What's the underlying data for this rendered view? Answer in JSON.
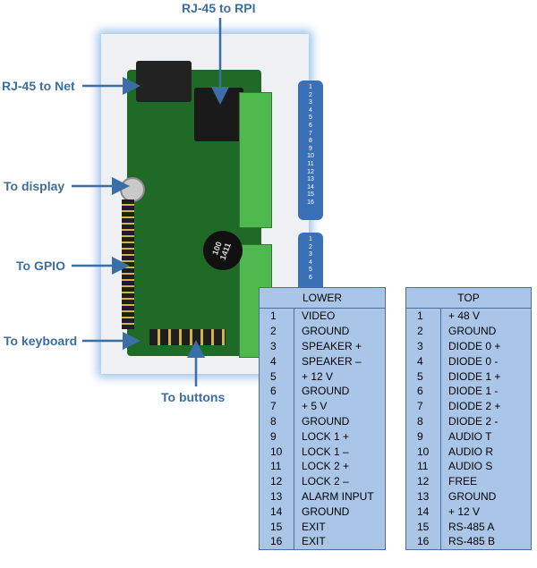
{
  "labels": {
    "rj45_rpi": "RJ-45 to RPI",
    "rj45_net": "RJ-45 to Net",
    "display": "To display",
    "gpio": "To GPIO",
    "keyboard": "To keyboard",
    "buttons": "To buttons"
  },
  "chip_text": [
    "100",
    "1411"
  ],
  "strip_top": [
    "1",
    "2",
    "3",
    "4",
    "5",
    "6",
    "7",
    "8",
    "9",
    "10",
    "11",
    "12",
    "13",
    "14",
    "15",
    "16"
  ],
  "strip_bottom": [
    "1",
    "2",
    "3",
    "4",
    "5",
    "6"
  ],
  "lower": {
    "title": "LOWER",
    "rows": [
      {
        "n": "1",
        "label": "VIDEO"
      },
      {
        "n": "2",
        "label": "GROUND"
      },
      {
        "n": "3",
        "label": "SPEAKER +"
      },
      {
        "n": "4",
        "label": "SPEAKER –"
      },
      {
        "n": "5",
        "label": "+ 12 V"
      },
      {
        "n": "6",
        "label": "GROUND"
      },
      {
        "n": "7",
        "label": "+ 5 V"
      },
      {
        "n": "8",
        "label": "GROUND"
      },
      {
        "n": "9",
        "label": "LOCK 1 +"
      },
      {
        "n": "10",
        "label": "LOCK 1 –"
      },
      {
        "n": "11",
        "label": "LOCK 2 +"
      },
      {
        "n": "12",
        "label": "LOCK 2 –"
      },
      {
        "n": "13",
        "label": "ALARM INPUT"
      },
      {
        "n": "14",
        "label": "GROUND"
      },
      {
        "n": "15",
        "label": "EXIT"
      },
      {
        "n": "16",
        "label": "EXIT"
      }
    ]
  },
  "top": {
    "title": "TOP",
    "rows": [
      {
        "n": "1",
        "label": "+ 48 V"
      },
      {
        "n": "2",
        "label": "GROUND"
      },
      {
        "n": "3",
        "label": "DIODE 0 +"
      },
      {
        "n": "4",
        "label": "DIODE 0 -"
      },
      {
        "n": "5",
        "label": "DIODE 1 +"
      },
      {
        "n": "6",
        "label": "DIODE 1 -"
      },
      {
        "n": "7",
        "label": "DIODE 2 +"
      },
      {
        "n": "8",
        "label": "DIODE 2 -"
      },
      {
        "n": "9",
        "label": "AUDIO T"
      },
      {
        "n": "10",
        "label": "AUDIO R"
      },
      {
        "n": "11",
        "label": "AUDIO S"
      },
      {
        "n": "12",
        "label": "FREE"
      },
      {
        "n": "13",
        "label": "GROUND"
      },
      {
        "n": "14",
        "label": "+ 12 V"
      },
      {
        "n": "15",
        "label": "RS-485 A"
      },
      {
        "n": "16",
        "label": "RS-485 B"
      }
    ]
  }
}
